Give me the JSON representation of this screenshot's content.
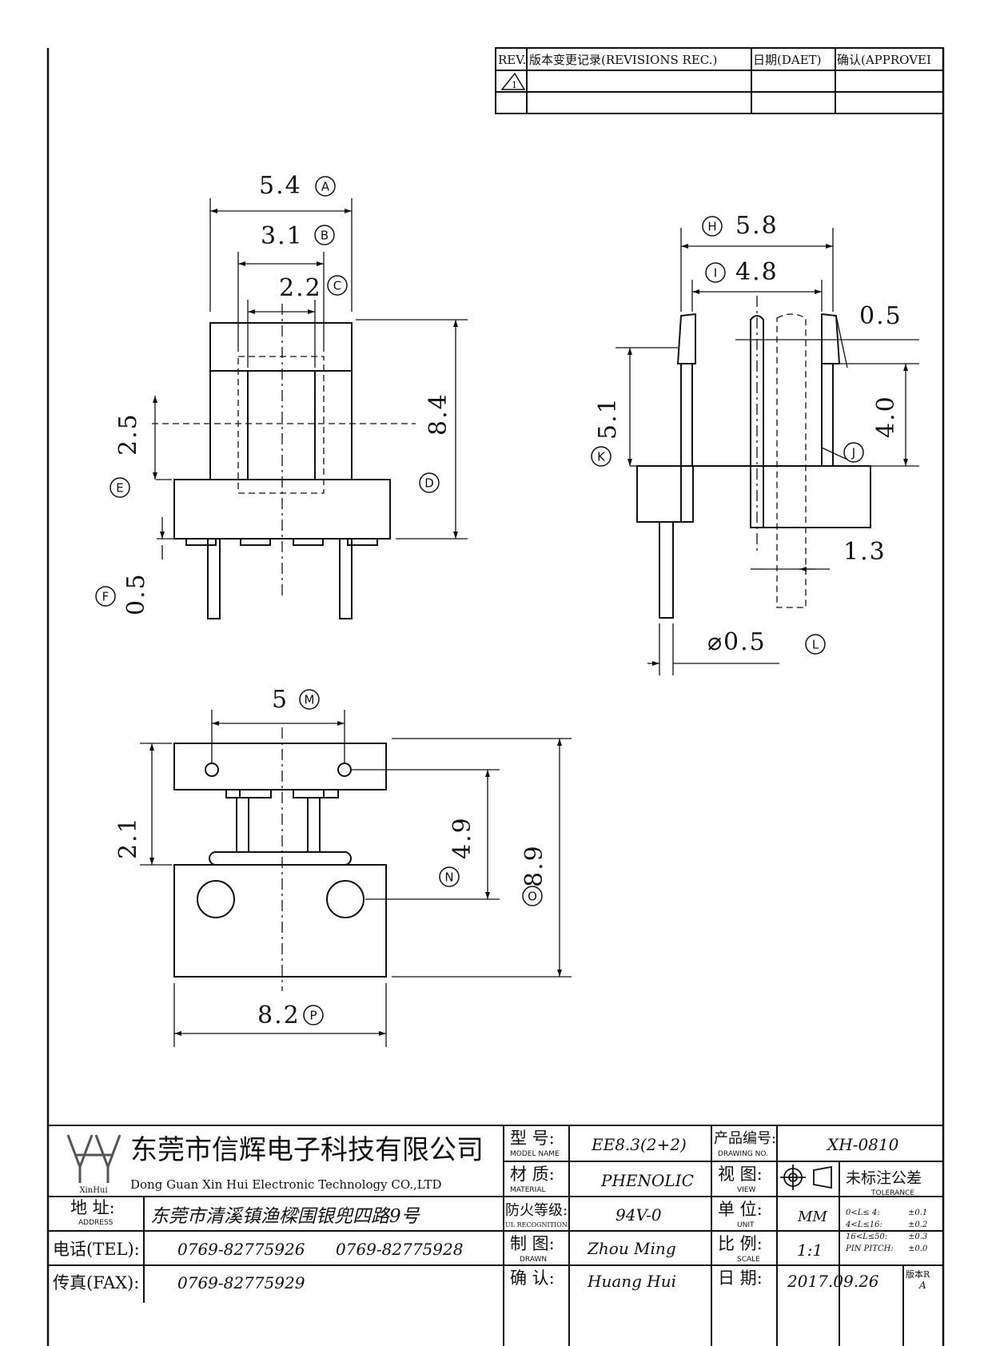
{
  "revision_table": {
    "col_rev": "REV.",
    "col_record": "版本变更记录(REVISIONS REC.)",
    "col_date": "日期(DAET)",
    "col_approve": "确认(APPROVEI",
    "row1_rev": "1"
  },
  "dimensions": {
    "A": "5.4",
    "A_tag": "A",
    "B": "3.1",
    "B_tag": "B",
    "C": "2.2",
    "C_tag": "C",
    "D": "8.4",
    "D_tag": "D",
    "E": "2.5",
    "E_tag": "E",
    "F": "0.5",
    "F_tag": "F",
    "H": "5.8",
    "H_tag": "H",
    "I": "4.8",
    "I_tag": "I",
    "top_right": "0.5",
    "J": "4.0",
    "J_tag": "J",
    "K": "5.1",
    "K_tag": "K",
    "pin_offset": "1.3",
    "L": "⌀0.5",
    "L_tag": "L",
    "M": "5",
    "M_tag": "M",
    "side": "2.1",
    "N": "4.9",
    "N_tag": "N",
    "O": "8.9",
    "O_tag": "O",
    "P": "8.2",
    "P_tag": "P"
  },
  "title_block": {
    "company_cn": "东莞市信辉电子科技有限公司",
    "company_en": "Dong Guan Xin Hui Electronic Technology CO.,LTD",
    "logo_text": "XinHui",
    "address_label_cn": "地 址:",
    "address_label_en": "ADDRESS",
    "address_value": "东莞市清溪镇渔樑围银兜四路9号",
    "tel_label": "电话(TEL):",
    "tel_value_1": "0769-82775926",
    "tel_value_2": "0769-82775928",
    "fax_label": "传真(FAX):",
    "fax_value": "0769-82775929",
    "model_label_cn": "型 号:",
    "model_label_en": "MODEL NAME",
    "model_value": "EE8.3(2+2)",
    "material_label_cn": "材 质:",
    "material_label_en": "MATERIAL",
    "material_value": "PHENOLIC",
    "fire_label_cn": "防火等级:",
    "fire_label_en": "UL RECOGNITION",
    "fire_value": "94V-0",
    "drawn_label_cn": "制 图:",
    "drawn_label_en": "DRAWN",
    "drawn_value": "Zhou Ming",
    "confirm_label_cn": "确 认:",
    "confirm_value": "Huang Hui",
    "drawing_no_label_cn": "产品编号:",
    "drawing_no_label_en": "DRAWING NO.",
    "drawing_no_value": "XH-0810",
    "view_label_cn": "视 图:",
    "view_label_en": "VIEW",
    "unit_label_cn": "单 位:",
    "unit_label_en": "UNIT",
    "unit_value": "MM",
    "scale_label_cn": "比 例:",
    "scale_label_en": "SCALE",
    "scale_value": "1:1",
    "date_label_cn": "日 期:",
    "date_value": "2017.09.26",
    "tolerance_label_cn": "未标注公差",
    "tolerance_label_en": "TOLERANCE",
    "tol_1_range": "0<L≤ 4:",
    "tol_1_value": "±0.1",
    "tol_2_range": "4<L≤16:",
    "tol_2_value": "±0.2",
    "tol_3_range": "16<L≤50:",
    "tol_3_value": "±0.3",
    "tol_4_range": "PIN PITCH:",
    "tol_4_value": "±0.0",
    "version_label": "版本R",
    "version_value": "A"
  }
}
